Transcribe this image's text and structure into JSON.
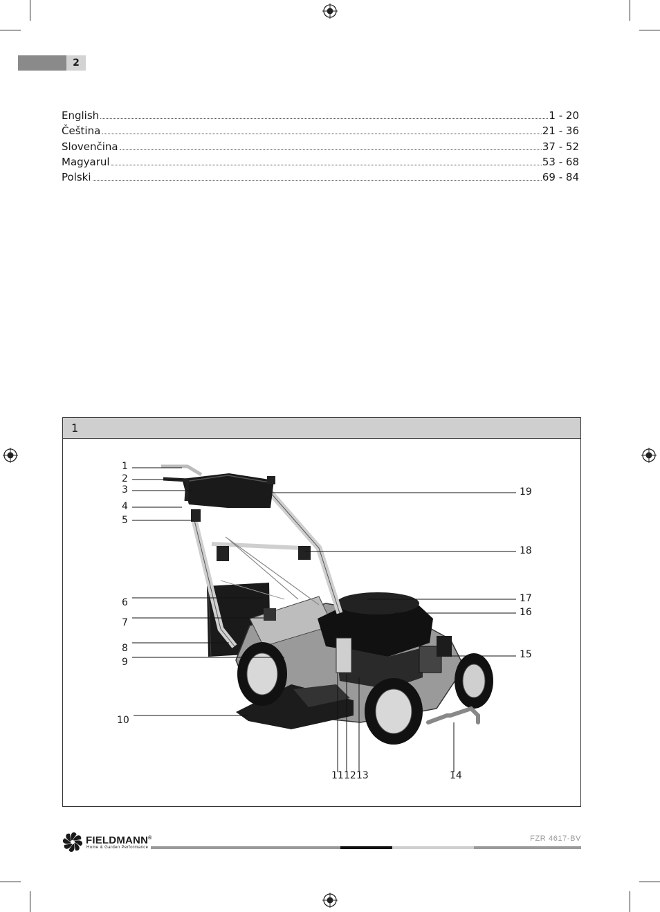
{
  "page": {
    "number": "2"
  },
  "toc": [
    {
      "language": "English",
      "pages": "1 - 20"
    },
    {
      "language": "Čeština",
      "pages": "21 - 36"
    },
    {
      "language": "Slovenčina",
      "pages": "37 - 52"
    },
    {
      "language": "Magyarul",
      "pages": "53 - 68"
    },
    {
      "language": "Polski",
      "pages": "69 - 84"
    }
  ],
  "figure": {
    "number": "1",
    "callouts_left": [
      "1",
      "2",
      "3",
      "4",
      "5",
      "6",
      "7",
      "8",
      "9",
      "10"
    ],
    "callouts_bottom": [
      "11",
      "12",
      "13",
      "14"
    ],
    "callouts_right": [
      "19",
      "18",
      "17",
      "16",
      "15"
    ]
  },
  "brand": {
    "name": "FIELDMANN",
    "reg_mark": "®",
    "tagline": "Home & Garden Performance"
  },
  "model": "FZR 4617-BV"
}
